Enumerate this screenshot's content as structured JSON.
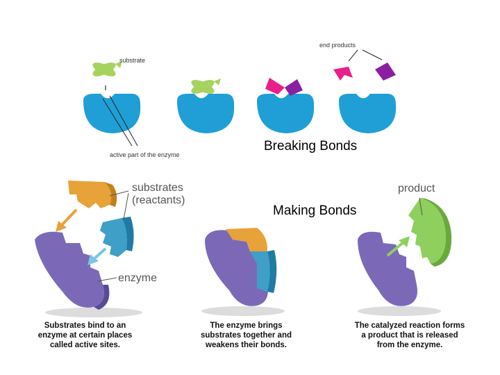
{
  "top_diagram": {
    "substrate_label": "substrate",
    "active_site_label": "active part of the enzyme",
    "end_products_label": "end products",
    "colors": {
      "enzyme": "#1f9fd6",
      "substrate": "#a6d35f",
      "product_pink": "#e8208b",
      "product_purple": "#8b1fa3"
    }
  },
  "labels": {
    "breaking": "Breaking Bonds",
    "making": "Making Bonds"
  },
  "bottom_diagram": {
    "substrates_label_line1": "substrates",
    "substrates_label_line2": "(reactants)",
    "enzyme_label": "enzyme",
    "product_label": "product",
    "captions": [
      [
        "Substrates bind to an",
        "enzyme at certain places",
        "called active sites."
      ],
      [
        "The enzyme brings",
        "substrates together and",
        "weakens their bonds."
      ],
      [
        "The catalyzed reaction forms",
        "a product that is released",
        "from the enzyme."
      ]
    ],
    "colors": {
      "enzyme": "#7b69b8",
      "substrate_orange": "#e7a23a",
      "substrate_blue": "#3f9fc6",
      "product": "#8fcf5e"
    }
  }
}
